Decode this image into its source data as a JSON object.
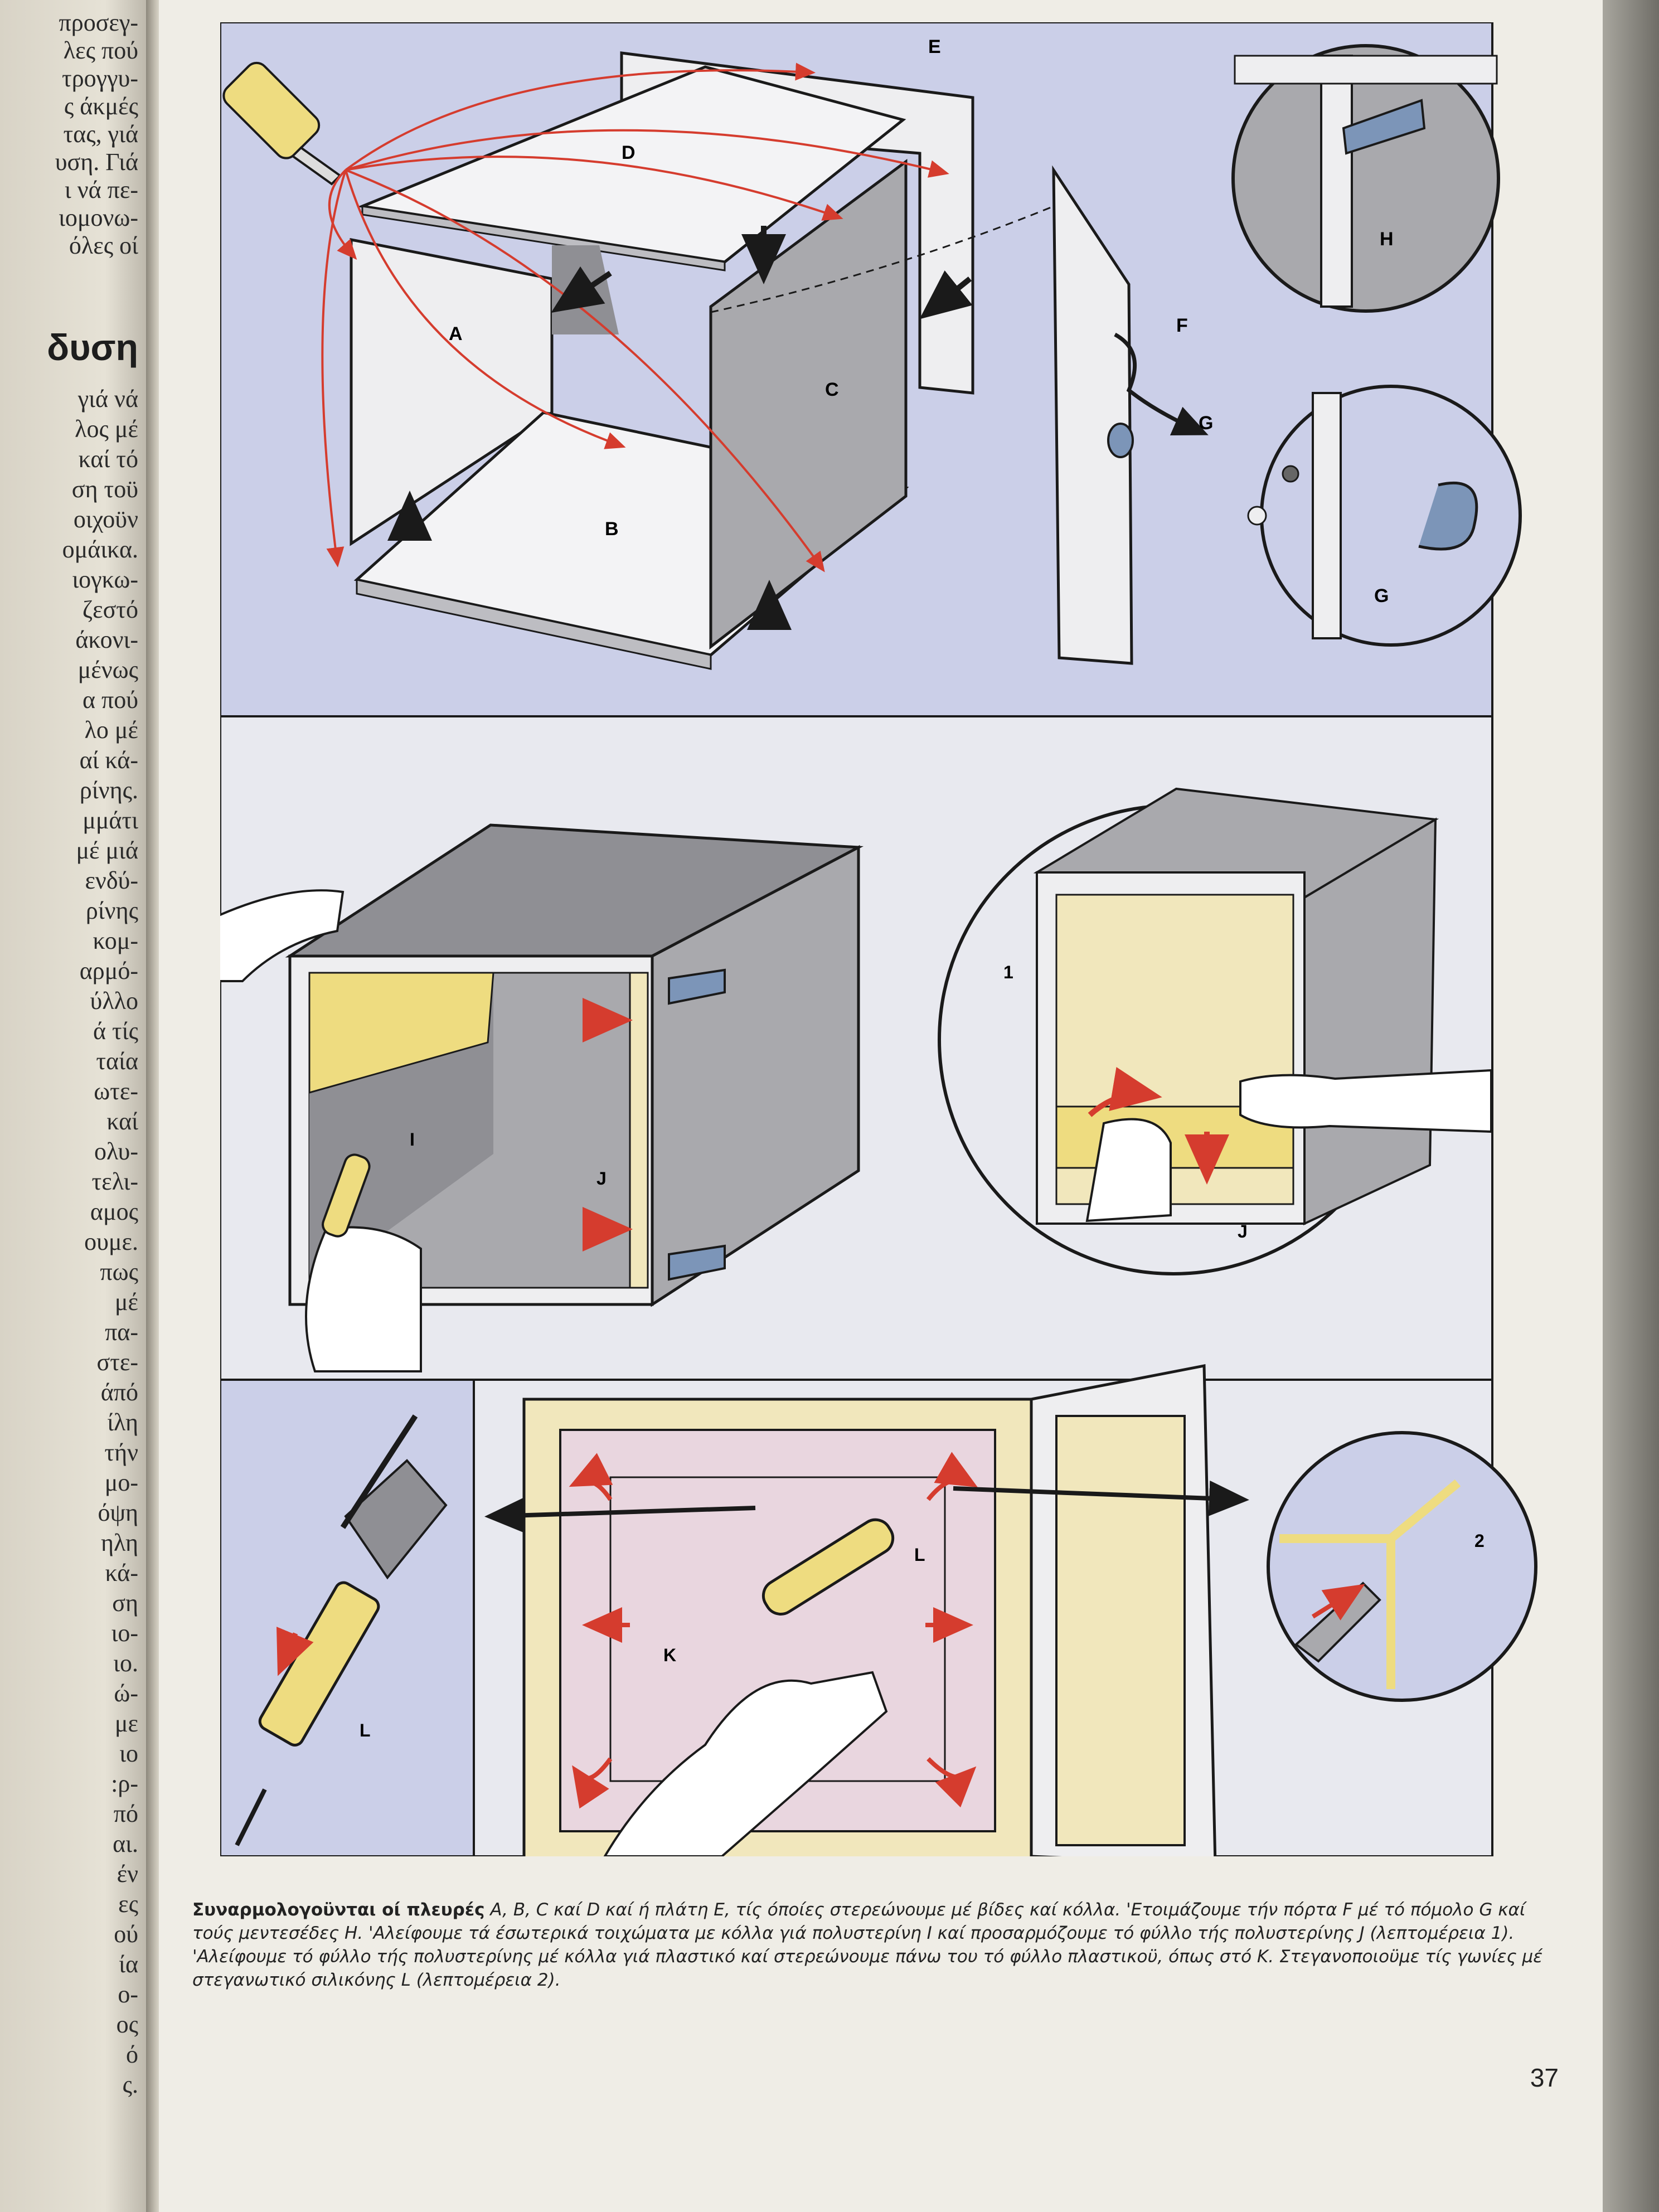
{
  "left_page": {
    "lines_top": [
      "προσεγ-",
      "λες πού",
      "τρογγυ-",
      "ς άκμές",
      "τας, γιά",
      "υση. Γιά",
      "ι νά πε-",
      "ιομονω-",
      "όλες οί"
    ],
    "heading": "δυση",
    "lines_body": [
      "γιά νά",
      "λος μέ",
      "καί τό",
      "ση τοϋ",
      "οιχοϋν",
      "ομάικα.",
      "ιογκω-",
      "ζεστό",
      "άκονι-",
      "μένως",
      "α πού",
      "λο μέ",
      "αί κά-",
      "ρίνης.",
      "μμάτι",
      "μέ μιά",
      "ενδύ-",
      "ρίνης",
      "κομ-",
      "αρμό-",
      "ύλλο",
      "ά τίς",
      "ταία",
      "ωτε-",
      "καί",
      "ολυ-",
      "τελι-",
      "αμος",
      "ουμε.",
      "πως",
      "μέ",
      "πα-",
      "στε-",
      "άπό",
      "ίλη",
      "τήν",
      "μο-",
      "όψη",
      "ηλη",
      "κά-",
      "ση",
      "ιο-",
      "ιο.",
      "ώ-",
      "με",
      "ιο",
      ":ρ-",
      "πό",
      "αι.",
      "έν",
      "ες",
      "ού",
      "ία",
      "ο-",
      "ος",
      "ό",
      "ς."
    ]
  },
  "figure": {
    "labels": {
      "A": "A",
      "B": "B",
      "C": "C",
      "D": "D",
      "E": "E",
      "F": "F",
      "G": "G",
      "H": "H",
      "I": "I",
      "J": "J",
      "K": "K",
      "L": "L",
      "detail1": "1",
      "detail2": "2"
    }
  },
  "caption": {
    "lead": "Συναρμολογοϋνται οί πλευρές",
    "text": " A, B, C καί D καί ή πλάτη E, τίς όποίες στερεώνουμε μέ βίδες καί κόλλα. 'Ετοιμάζουμε τήν πόρτα F μέ τό πόμολο G καί τούς μεντεσέδες H. 'Αλείφουμε τά έσωτερικά τοιχώματα με κόλλα γιά πολυστερίνη I καί προσαρμόζουμε τό φύλλο τής πολυστερίνης J (λεπτομέρεια 1). 'Αλείφουμε τό φύλλο τής πολυστερίνης μέ κόλλα γιά πλαστικό καί στερεώνουμε πάνω του τό φύλλο πλαστικοϋ, όπως στό K. Στεγανοποιοϋμε τίς γωνίες μέ στεγανωτικό σιλικόνης L (λεπτομέρεια 2)."
  },
  "page_number": "37",
  "colors": {
    "panel_blue": "#cbcfe8",
    "panel_light": "#e8e9ef",
    "board": "#eeeef0",
    "board_grey": "#a9a9ad",
    "polystyrene": "#f1e7bc",
    "glue_yellow": "#eedc80",
    "arrow_red": "#d53c2e",
    "pink": "#e9d6df",
    "bracket_blue": "#7c95b8",
    "outline": "#1a1a1a"
  }
}
